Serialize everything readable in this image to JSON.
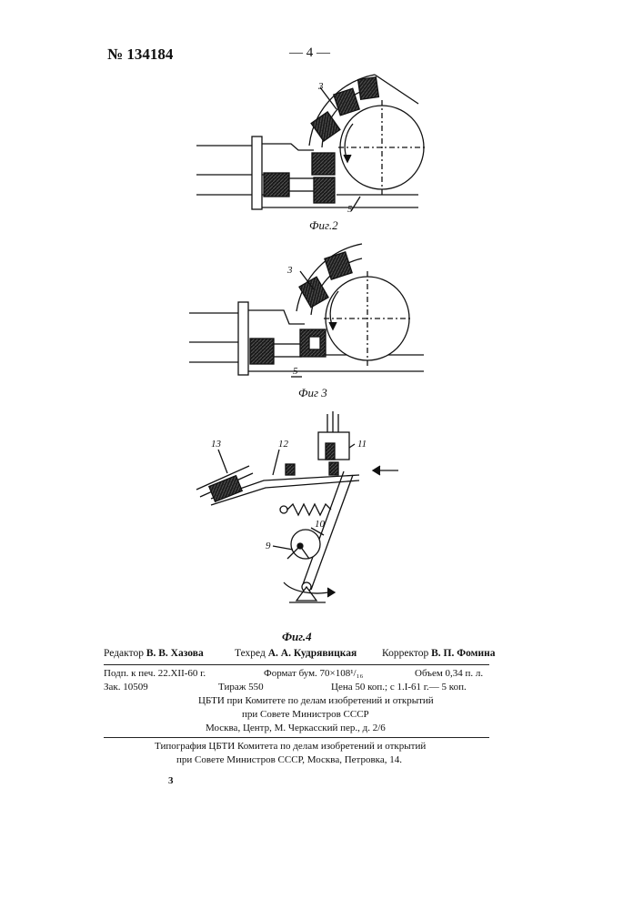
{
  "header": {
    "patent_number": "№ 134184",
    "page_number": "— 4 —"
  },
  "figures": [
    {
      "caption": "Фиг.2",
      "labels": [
        "3",
        "5"
      ]
    },
    {
      "caption": "Фиг 3",
      "labels": [
        "3",
        "5"
      ]
    },
    {
      "caption": "Фиг.4",
      "labels": [
        "13",
        "12",
        "11",
        "10",
        "9"
      ]
    }
  ],
  "credits": {
    "editor_label": "Редактор",
    "editor": "В. В. Хазова",
    "tech_label": "Техред",
    "tech": "А. А. Кудрявицкая",
    "corrector_label": "Корректор",
    "corrector": "В. П. Фомина"
  },
  "print_info": {
    "signed": "Подп. к печ. 22.XII-60 г.",
    "format": "Формат бум. 70×108¹/₁₆",
    "volume": "Объем 0,34 п. л.",
    "order": "Зак. 10509",
    "copies": "Тираж 550",
    "price": "Цена 50 коп.; с 1.I-61 г.— 5 коп.",
    "org1": "ЦБТИ при Комитете по делам изобретений и открытий",
    "org2": "при Совете Министров СССР",
    "address": "Москва, Центр, М. Черкасский пер., д. 2/6"
  },
  "typography": {
    "line1": "Типография ЦБТИ Комитета по делам изобретений и открытий",
    "line2": "при Совете Министров СССР, Москва, Петровка, 14."
  },
  "footer_mark": "3"
}
